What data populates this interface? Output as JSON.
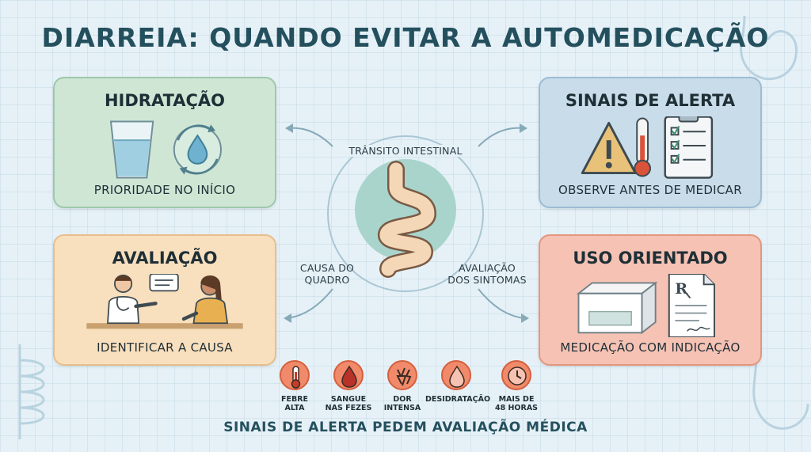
{
  "title": "DIARREIA: QUANDO EVITAR A AUTOMEDICAÇÃO",
  "cards": {
    "hydration": {
      "title": "HIDRATAÇÃO",
      "caption": "PRIORIDADE NO INÍCIO",
      "icons": [
        "water-glass-icon",
        "water-drop-cycle-icon"
      ]
    },
    "alert": {
      "title": "SINAIS DE ALERTA",
      "caption": "OBSERVE ANTES DE MEDICAR",
      "icons": [
        "warning-triangle-icon",
        "thermometer-icon",
        "checklist-clipboard-icon"
      ]
    },
    "evaluation": {
      "title": "AVALIAÇÃO",
      "caption": "IDENTIFICAR A CAUSA",
      "icons": [
        "doctor-patient-consultation-illustration"
      ]
    },
    "guided": {
      "title": "USO ORIENTADO",
      "caption": "MEDICAÇÃO COM INDICAÇÃO",
      "icons": [
        "medicine-box-icon",
        "prescription-rx-icon"
      ]
    }
  },
  "center": {
    "top_label": "TRÂNSITO INTESTINAL",
    "left_label": [
      "CAUSA DO",
      "QUADRO"
    ],
    "right_label": [
      "AVALIAÇÃO",
      "DOS SINTOMAS"
    ],
    "icon": "intestine-icon"
  },
  "alert_signs": [
    {
      "label": [
        "FEBRE",
        "ALTA"
      ],
      "icon": "thermometer-icon"
    },
    {
      "label": [
        "SANGUE",
        "NAS FEZES"
      ],
      "icon": "blood-drop-icon"
    },
    {
      "label": [
        "DOR",
        "INTENSA"
      ],
      "icon": "pain-bolt-icon"
    },
    {
      "label": [
        "DESIDRATAÇÃO"
      ],
      "icon": "drop-icon"
    },
    {
      "label": [
        "MAIS DE",
        "48 HORAS"
      ],
      "icon": "clock-icon"
    }
  ],
  "bottom_text": "SINAIS DE ALERTA PEDEM AVALIAÇÃO MÉDICA",
  "colors": {
    "title": "#24505e",
    "hydration_bg": "#cfe6d5",
    "alert_bg": "#c9dcea",
    "evaluation_bg": "#f8dfbd",
    "guided_bg": "#f5c2b4",
    "sign_icon": "#f08a6a"
  }
}
